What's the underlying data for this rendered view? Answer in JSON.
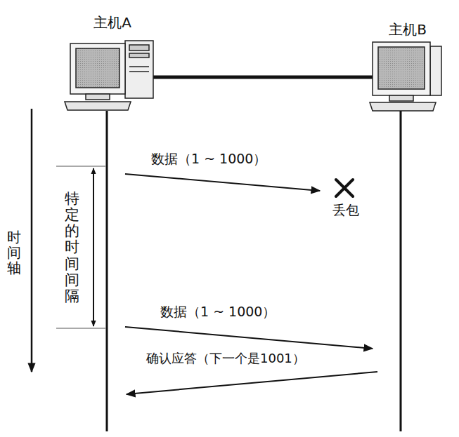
{
  "diagram": {
    "labels": [
      "主机A",
      "主机B",
      "时间轴",
      "特定的时间间隔",
      "数据（1 ~ 1000）",
      "丢包",
      "数据（1 ~ 1000）",
      "确认应答（下一个是1001）"
    ]
  }
}
